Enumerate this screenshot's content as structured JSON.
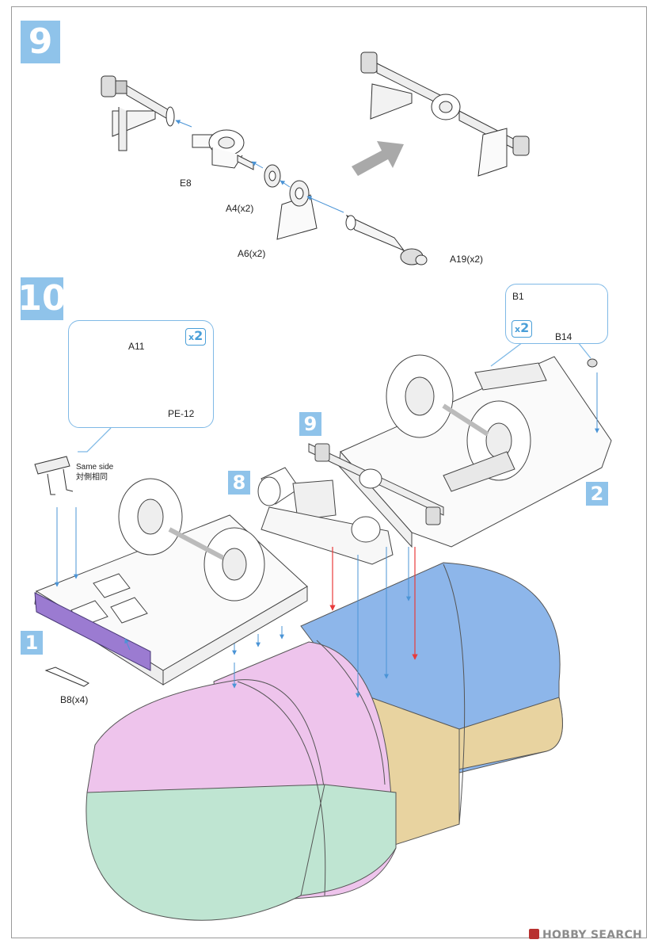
{
  "steps": {
    "step9": "9",
    "step10": "10",
    "sub1": "1",
    "sub2": "2",
    "sub8": "8",
    "sub9": "9"
  },
  "parts": {
    "e8": "E8",
    "a4": "A4(x2)",
    "a6": "A6(x2)",
    "a19": "A19(x2)",
    "a11": "A11",
    "pe12": "PE-12",
    "b1": "B1",
    "b14": "B14",
    "b8": "B8(x4)"
  },
  "notes": {
    "same_side_en": "Same side",
    "same_side_cn": "対側相同"
  },
  "quantity": {
    "x2_a": "2",
    "x2_b": "2"
  },
  "colors": {
    "step_blue": "#8fc3ea",
    "tank_pink": "#eec4ec",
    "tank_blue": "#8db6ea",
    "tank_green": "#bfe5d2",
    "tank_tan": "#e8d3a0",
    "frame_purple": "#9b7bd1",
    "arrow_red": "#e83b3b",
    "arrow_blue": "#4b94d6",
    "arrow_grey": "#a9a9a9"
  },
  "watermark": "HOBBY SEARCH"
}
